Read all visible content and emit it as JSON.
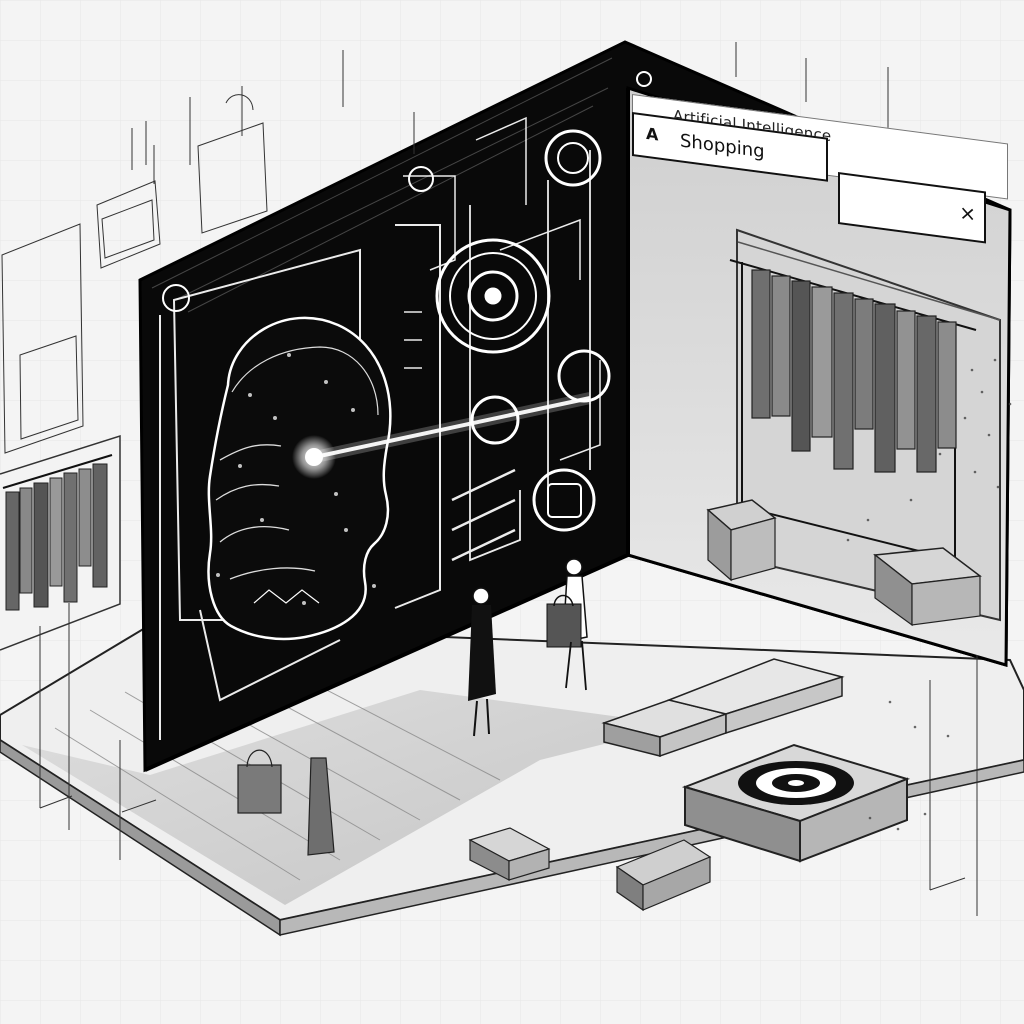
{
  "browser": {
    "title": "Artificial Intelligence",
    "search_text": "Shopping",
    "search_prefix": "A",
    "close_glyph": "×",
    "search_icon": "search-icon",
    "close_icon": "close-icon"
  },
  "colors": {
    "ink": "#111111",
    "paper": "#f4f4f4",
    "screen": "#080808",
    "glow": "#ffffff"
  }
}
